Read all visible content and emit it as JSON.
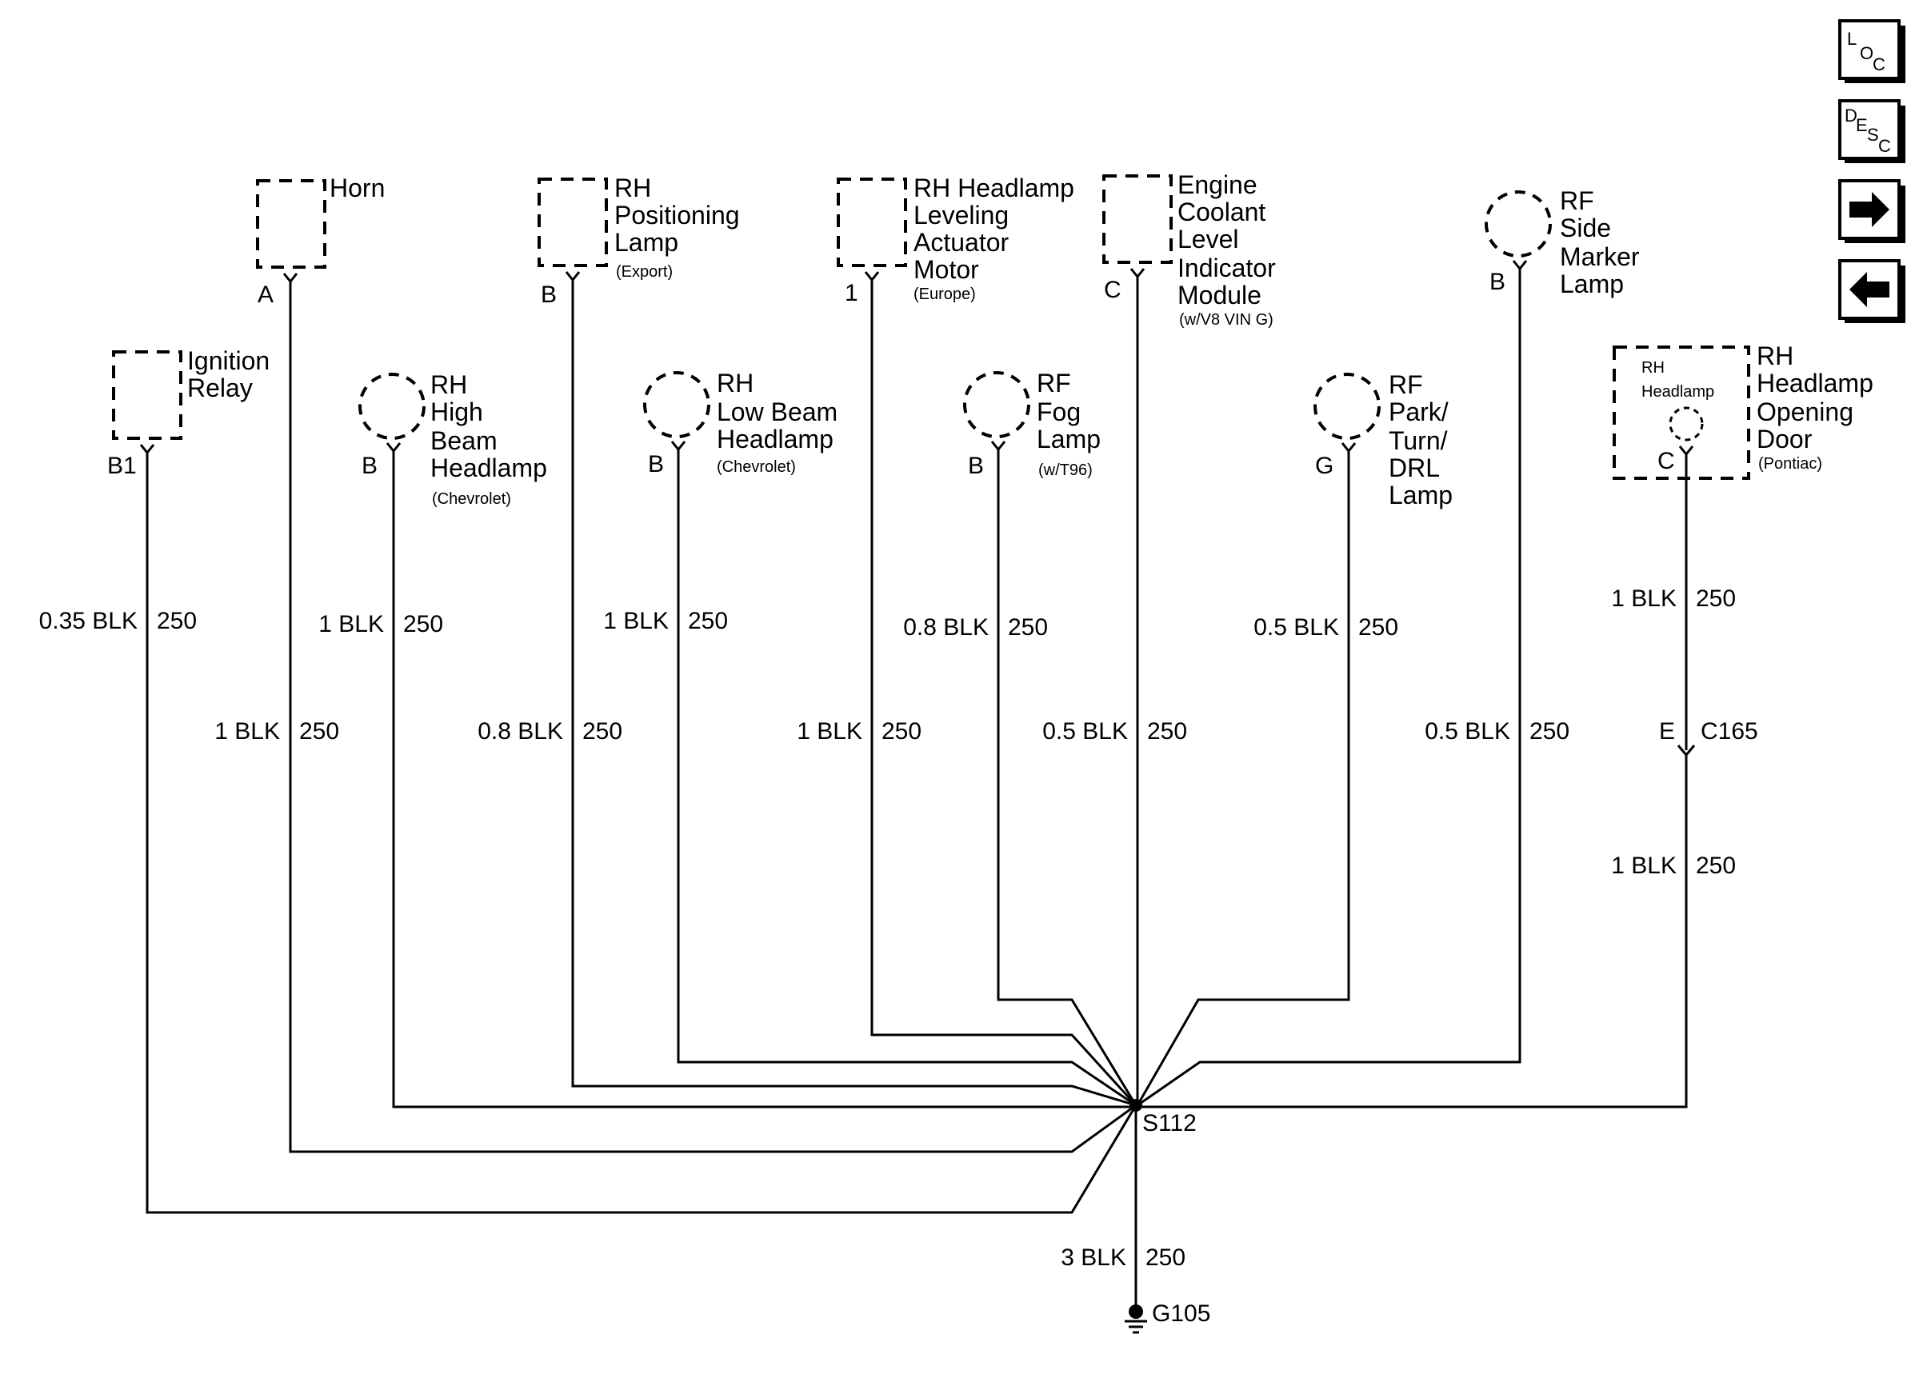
{
  "nav": {
    "loc": [
      "L",
      "O",
      "C"
    ],
    "desc": [
      "D",
      "E",
      "S",
      "C"
    ],
    "next_icon": "arrow-right-icon",
    "prev_icon": "arrow-left-icon"
  },
  "components": {
    "ignition_relay": {
      "lines": [
        "Ignition",
        "Relay"
      ],
      "pin": "B1",
      "gauge": "0.35 BLK",
      "circuit": "250"
    },
    "horn": {
      "lines": [
        "Horn"
      ],
      "pin": "A",
      "gauge": "1 BLK",
      "circuit": "250"
    },
    "rh_high_beam": {
      "lines": [
        "RH",
        "High",
        "Beam",
        "Headlamp"
      ],
      "note": "(Chevrolet)",
      "pin": "B",
      "gauge": "1 BLK",
      "circuit": "250"
    },
    "rh_positioning": {
      "lines": [
        "RH",
        "Positioning",
        "Lamp"
      ],
      "note": "(Export)",
      "pin": "B",
      "gauge": "0.8 BLK",
      "circuit": "250"
    },
    "rh_low_beam": {
      "lines": [
        "RH",
        "Low Beam",
        "Headlamp"
      ],
      "note": "(Chevrolet)",
      "pin": "B",
      "gauge": "1 BLK",
      "circuit": "250"
    },
    "rh_leveling": {
      "lines": [
        "RH Headlamp",
        "Leveling",
        "Actuator",
        "Motor"
      ],
      "note": "(Europe)",
      "pin": "1",
      "gauge": "1 BLK",
      "circuit": "250"
    },
    "rf_fog": {
      "lines": [
        "RF",
        "Fog",
        "Lamp"
      ],
      "note": "(w/T96)",
      "pin": "B",
      "gauge": "0.8 BLK",
      "circuit": "250"
    },
    "coolant_module": {
      "lines": [
        "Engine",
        "Coolant",
        "Level",
        "Indicator",
        "Module"
      ],
      "note": "(w/V8 VIN G)",
      "pin": "C",
      "gauge": "0.5 BLK",
      "circuit": "250"
    },
    "rf_park": {
      "lines": [
        "RF",
        "Park/",
        "Turn/",
        "DRL",
        "Lamp"
      ],
      "pin": "G",
      "gauge": "0.5 BLK",
      "circuit": "250"
    },
    "rf_side_marker": {
      "lines": [
        "RF",
        "Side",
        "Marker",
        "Lamp"
      ],
      "pin": "B",
      "gauge": "0.5 BLK",
      "circuit": "250"
    },
    "rh_opening_door": {
      "lines": [
        "RH",
        "Headlamp",
        "Opening",
        "Door"
      ],
      "note": "(Pontiac)",
      "inner_lines": [
        "RH",
        "Headlamp"
      ],
      "pin": "C",
      "gauge_top": "1 BLK",
      "circuit_top": "250",
      "connector_pin": "E",
      "connector": "C165",
      "gauge_bottom": "1 BLK",
      "circuit_bottom": "250"
    }
  },
  "splice": "S112",
  "ground_wire": {
    "gauge": "3 BLK",
    "circuit": "250"
  },
  "ground": "G105"
}
